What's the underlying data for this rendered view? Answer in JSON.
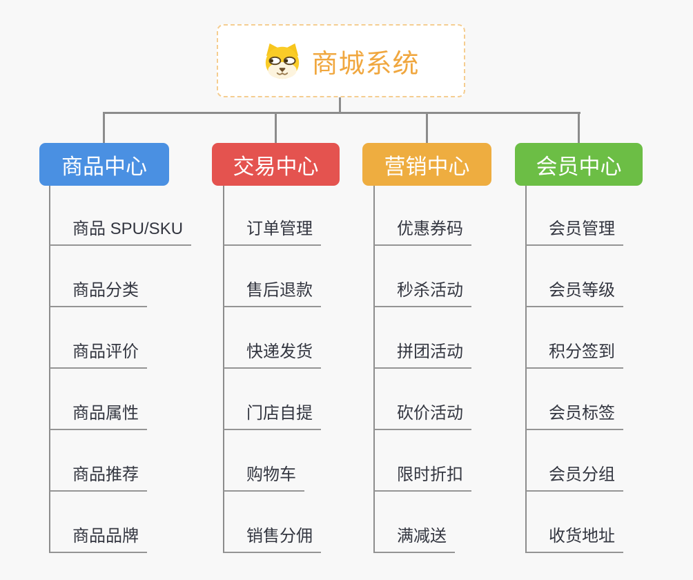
{
  "canvas": {
    "background": "#f8f8f8",
    "connector_color": "#8c8c8c",
    "underline_color": "#949494"
  },
  "root": {
    "title": "商城系统",
    "title_color": "#f0a73f",
    "border_color": "#f5cd90",
    "icon": "shiba-dog-face-icon"
  },
  "branches": [
    {
      "label": "商品中心",
      "color": "#4a90e2",
      "children": [
        "商品 SPU/SKU",
        "商品分类",
        "商品评价",
        "商品属性",
        "商品推荐",
        "商品品牌"
      ]
    },
    {
      "label": "交易中心",
      "color": "#e4534f",
      "children": [
        "订单管理",
        "售后退款",
        "快递发货",
        "门店自提",
        "购物车",
        "销售分佣"
      ]
    },
    {
      "label": "营销中心",
      "color": "#eead40",
      "children": [
        "优惠券码",
        "秒杀活动",
        "拼团活动",
        "砍价活动",
        "限时折扣",
        "满减送"
      ]
    },
    {
      "label": "会员中心",
      "color": "#6cbe45",
      "children": [
        "会员管理",
        "会员等级",
        "积分签到",
        "会员标签",
        "会员分组",
        "收货地址"
      ]
    }
  ]
}
